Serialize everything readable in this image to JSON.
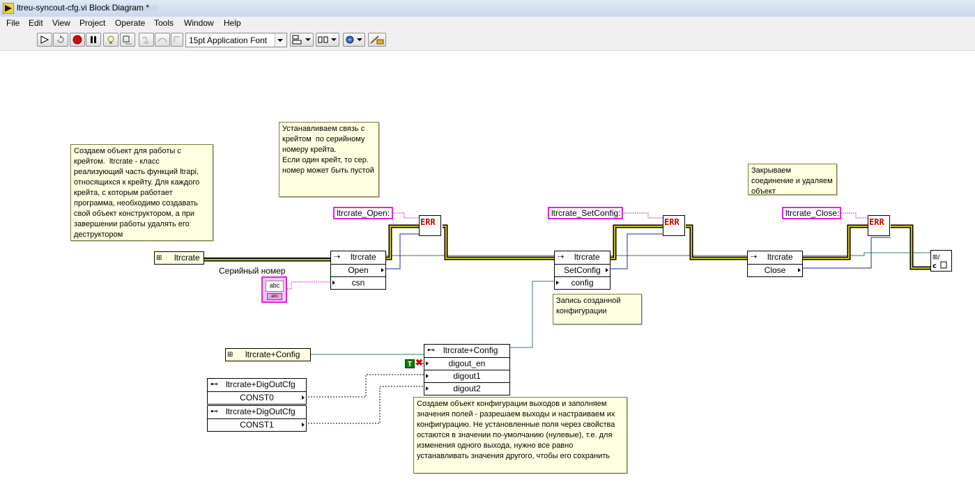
{
  "window": {
    "title": "ltreu-syncout-cfg.vi Block Diagram *",
    "ghost_title": "Front Diagram"
  },
  "menu": [
    "File",
    "Edit",
    "View",
    "Project",
    "Operate",
    "Tools",
    "Window",
    "Help"
  ],
  "toolbar": {
    "font_select": "15pt Application Font",
    "buttons": [
      "run-arrow-icon",
      "run-continuous-icon",
      "abort-icon",
      "pause-icon",
      "highlight-execution-icon",
      "retain-wire-values-icon",
      "step-into-icon",
      "step-over-icon",
      "step-out-icon",
      "align-icon",
      "distribute-icon",
      "reorder-icon",
      "cleanup-diagram-icon"
    ]
  },
  "comments": {
    "create_object": "Создаем объект для работы с крейтом.  ltrcrate - класс реализующий часть функций ltrapi, относящихся к крейту. Для каждого крейта, с которым работает программа, необходимо создавать свой объект конструктором, а при завершении работы удалять его деструктором",
    "connect": "Устанавливаем связь с крейтом  по серийному номеру крейта.\nЕсли один крейт, то сер. номер может быть пустой",
    "close": "Закрываем соединение и удаляем объект",
    "write_config": "Запись созданной конфигурации",
    "config_object": "Создаем объект конфигурации выходов и заполняем значения полей - разрешаем выходы и настраиваем их конфигурацию. Не установленные поля через свойства остаются в значении по-умолчанию (нулевые), т.е. для изменения одного выхода, нужно все равно устанавливать значения другого, чтобы его сохранить"
  },
  "strings": {
    "open": "ltrcrate_Open:",
    "setconfig": "ltrcrate_SetConfig:",
    "close": "ltrcrate_Close:"
  },
  "error_label": "ERR",
  "serial_label": "Серийный номер",
  "abc_label": "abc",
  "class_constants": {
    "crate": "ltrcrate",
    "config": "ltrcrate+Config"
  },
  "nodes": {
    "open": {
      "class": "ltrcrate",
      "method": "Open",
      "param": "csn"
    },
    "setconfig": {
      "class": "ltrcrate",
      "method": "SetConfig",
      "param": "config"
    },
    "close": {
      "class": "ltrcrate",
      "method": "Close"
    },
    "config": {
      "class": "ltrcrate+Config",
      "props": [
        "digout_en",
        "digout1",
        "digout2"
      ]
    },
    "const0": {
      "class": "ltrcrate+DigOutCfg",
      "value": "CONST0"
    },
    "const1": {
      "class": "ltrcrate+DigOutCfg",
      "value": "CONST1"
    }
  },
  "bool_true": "T",
  "colors": {
    "refnum_wire": "#2e7d6e",
    "error_wire": "#c8b400",
    "string_wire": "#e024e0",
    "class_wire": "#1f1f9e",
    "note_bg": "#ffffe1"
  }
}
